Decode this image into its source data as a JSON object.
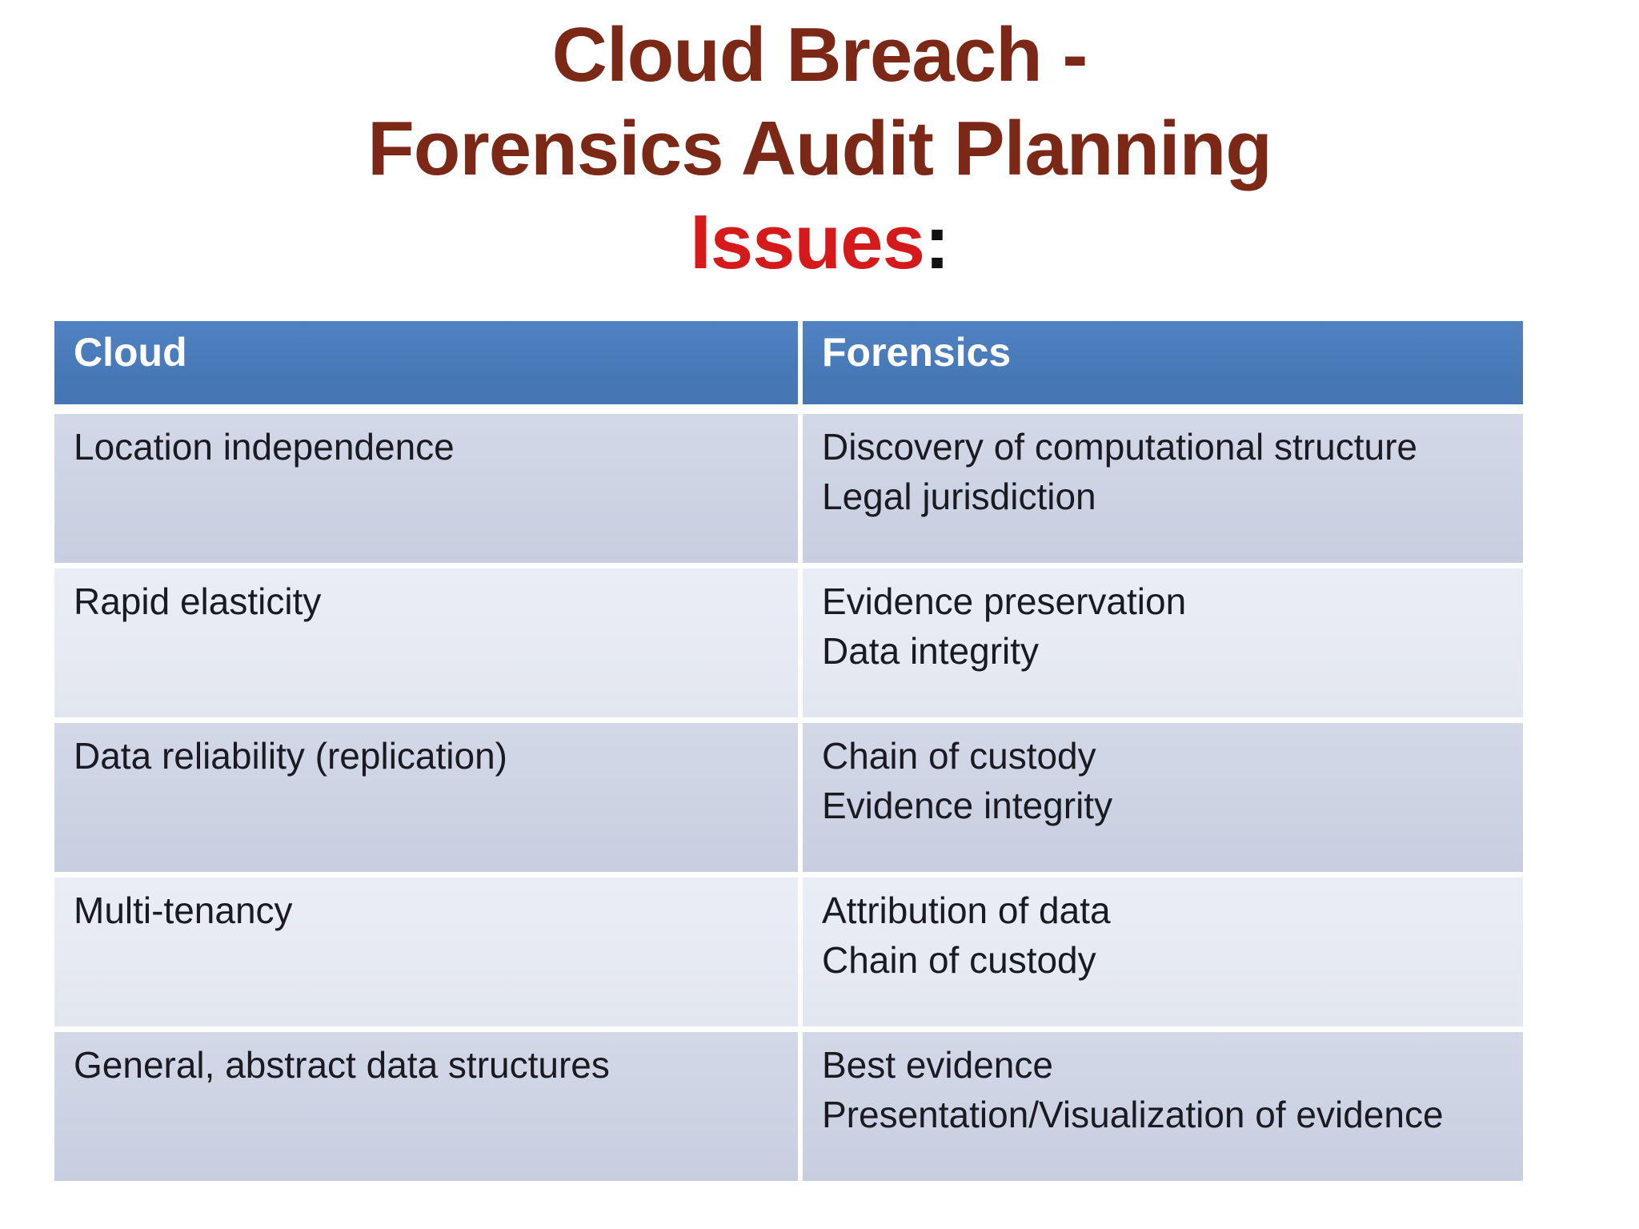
{
  "slide": {
    "title": {
      "line1": "Cloud Breach -",
      "line2": "Forensics Audit Planning",
      "line3_word": "Issues",
      "line3_colon": ":"
    },
    "table": {
      "headers": {
        "cloud": "Cloud",
        "forensics": "Forensics"
      },
      "rows": [
        {
          "cloud": "Location independence",
          "forensics": [
            "Discovery of computational structure",
            "Legal jurisdiction"
          ]
        },
        {
          "cloud": "Rapid elasticity",
          "forensics": [
            "Evidence preservation",
            "Data integrity"
          ]
        },
        {
          "cloud": "Data reliability (replication)",
          "forensics": [
            "Chain of custody",
            "Evidence integrity"
          ]
        },
        {
          "cloud": "Multi-tenancy",
          "forensics": [
            "Attribution of data",
            "Chain of custody"
          ]
        },
        {
          "cloud": "General, abstract data structures",
          "forensics": [
            "Best evidence",
            "Presentation/Visualization of evidence"
          ]
        }
      ]
    },
    "colors": {
      "background": "#FFFFFF",
      "title_maroon": "#7B2817",
      "issues_red": "#D41A1A",
      "colon_black": "#111111",
      "header_blue": "#4A7DBD",
      "header_text": "#FFFFFF",
      "row_band_dark": "#CDD4E4",
      "row_band_light": "#E9ECF4",
      "cell_text": "#1A1A22",
      "cell_divider_white": "#FFFFFF"
    }
  }
}
